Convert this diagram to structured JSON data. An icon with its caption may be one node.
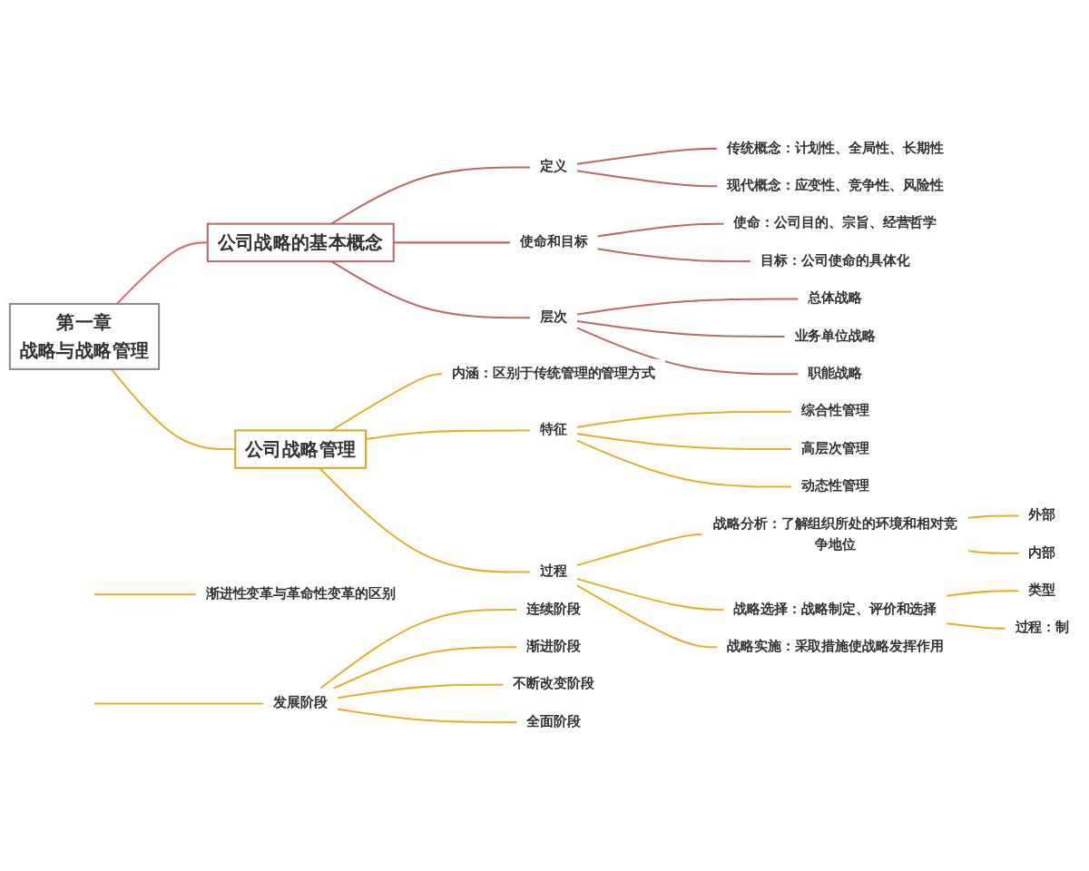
{
  "diagram": {
    "nodes": [
      {
        "text": [
          "第一章",
          "战略与战略管理"
        ]
      },
      {
        "text": [
          "公司战略的基本概念"
        ]
      },
      {
        "text": [
          "定义"
        ]
      },
      {
        "text": [
          "传统概念：计划性、全局性、长期性"
        ]
      },
      {
        "text": [
          "现代概念：应变性、竞争性、风险性"
        ]
      },
      {
        "text": [
          "使命和目标"
        ]
      },
      {
        "text": [
          "使命：公司目的、宗旨、经营哲学"
        ]
      },
      {
        "text": [
          "目标：公司使命的具体化"
        ]
      },
      {
        "text": [
          "层次"
        ]
      },
      {
        "text": [
          "总体战略"
        ]
      },
      {
        "text": [
          "业务单位战略"
        ]
      },
      {
        "text": [
          "职能战略"
        ]
      },
      {
        "text": [
          "公司战略管理"
        ]
      },
      {
        "text": [
          "内涵：区别于传统管理的管理方式"
        ]
      },
      {
        "text": [
          "特征"
        ]
      },
      {
        "text": [
          "综合性管理"
        ]
      },
      {
        "text": [
          "高层次管理"
        ]
      },
      {
        "text": [
          "动态性管理"
        ]
      },
      {
        "text": [
          "过程"
        ]
      },
      {
        "text": [
          "战略分析：了解组织所处的环境和相对竞争地位"
        ]
      },
      {
        "text": [
          "外部"
        ]
      },
      {
        "text": [
          "内部"
        ]
      },
      {
        "text": [
          "战略选择：战略制定、评价和选择"
        ]
      },
      {
        "text": [
          "类型"
        ]
      },
      {
        "text": [
          "过程：制"
        ]
      },
      {
        "text": [
          "战略实施：采取措施使战略发挥作用"
        ]
      },
      {
        "text": [
          "渐进性变革与革命性变革的区别"
        ]
      },
      {
        "text": [
          "发展阶段"
        ]
      },
      {
        "text": [
          "连续阶段"
        ]
      },
      {
        "text": [
          "渐进阶段"
        ]
      },
      {
        "text": [
          "不断改变阶段"
        ]
      },
      {
        "text": [
          "全面阶段"
        ]
      }
    ],
    "edges": [
      {
        "from": 0,
        "to": 1,
        "arrow": "none",
        "color": "#d9706a"
      },
      {
        "from": 1,
        "to": 2,
        "arrow": "none",
        "color": "#b86a66"
      },
      {
        "from": 2,
        "to": 3,
        "arrow": "none",
        "color": "#b86a66"
      },
      {
        "from": 2,
        "to": 4,
        "arrow": "none",
        "color": "#b86a66"
      },
      {
        "from": 1,
        "to": 5,
        "arrow": "none",
        "color": "#b86a66"
      },
      {
        "from": 5,
        "to": 6,
        "arrow": "none",
        "color": "#b86a66"
      },
      {
        "from": 5,
        "to": 7,
        "arrow": "none",
        "color": "#b86a66"
      },
      {
        "from": 1,
        "to": 8,
        "arrow": "none",
        "color": "#b86a66"
      },
      {
        "from": 8,
        "to": 9,
        "arrow": "none",
        "color": "#b86a66"
      },
      {
        "from": 8,
        "to": 10,
        "arrow": "none",
        "color": "#b86a66"
      },
      {
        "from": 8,
        "to": 11,
        "arrow": "none",
        "color": "#b86a66"
      },
      {
        "from": 0,
        "to": 12,
        "arrow": "none"
      },
      {
        "from": 12,
        "to": 13,
        "arrow": "none"
      },
      {
        "from": 12,
        "to": 14,
        "arrow": "none"
      },
      {
        "from": 14,
        "to": 15,
        "arrow": "none"
      },
      {
        "from": 14,
        "to": 16,
        "arrow": "none"
      },
      {
        "from": 14,
        "to": 17,
        "arrow": "none"
      },
      {
        "from": 12,
        "to": 18,
        "arrow": "none"
      },
      {
        "from": 18,
        "to": 19,
        "arrow": "none"
      },
      {
        "from": 19,
        "to": 20,
        "arrow": "none"
      },
      {
        "from": 19,
        "to": 21,
        "arrow": "none"
      },
      {
        "from": 18,
        "to": 22,
        "arrow": "none"
      },
      {
        "from": 22,
        "to": 23,
        "arrow": "none"
      },
      {
        "from": 22,
        "to": 24,
        "arrow": "none"
      },
      {
        "from": 18,
        "to": 25,
        "arrow": "none"
      },
      {
        "from": null,
        "to": 26,
        "arrow": "none"
      },
      {
        "from": null,
        "to": 27,
        "arrow": "none"
      },
      {
        "from": 27,
        "to": 28,
        "arrow": "none"
      },
      {
        "from": 27,
        "to": 29,
        "arrow": "none"
      },
      {
        "from": 27,
        "to": 30,
        "arrow": "none"
      },
      {
        "from": 27,
        "to": 31,
        "arrow": "none"
      }
    ]
  }
}
